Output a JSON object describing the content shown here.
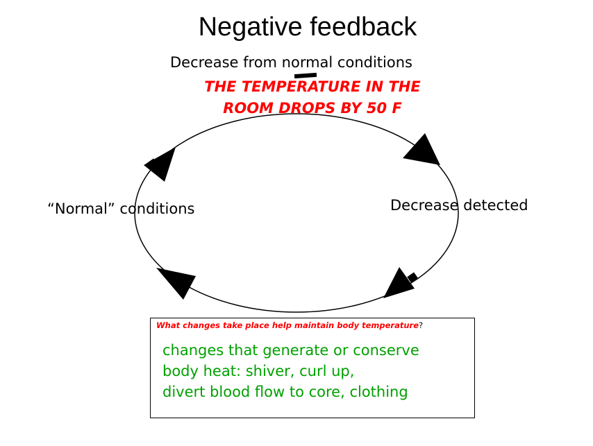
{
  "title": "Negative feedback",
  "cycle": {
    "top_label": "Decrease from normal conditions",
    "stimulus_lines": [
      "THE TEMPERATURE IN THE",
      "ROOM DROPS BY 50 F"
    ],
    "right_label": "Decrease detected",
    "left_label": "“Normal” conditions"
  },
  "response": {
    "question": "What changes take place help maintain body temperature",
    "question_mark": "?",
    "answer_lines": [
      "changes that generate or conserve",
      "body heat: shiver, curl up,",
      "divert blood flow to core, clothing"
    ]
  },
  "colors": {
    "stimulus": "#ff0000",
    "question": "#ff0000",
    "answer": "#00a000",
    "lines": "#000000"
  }
}
